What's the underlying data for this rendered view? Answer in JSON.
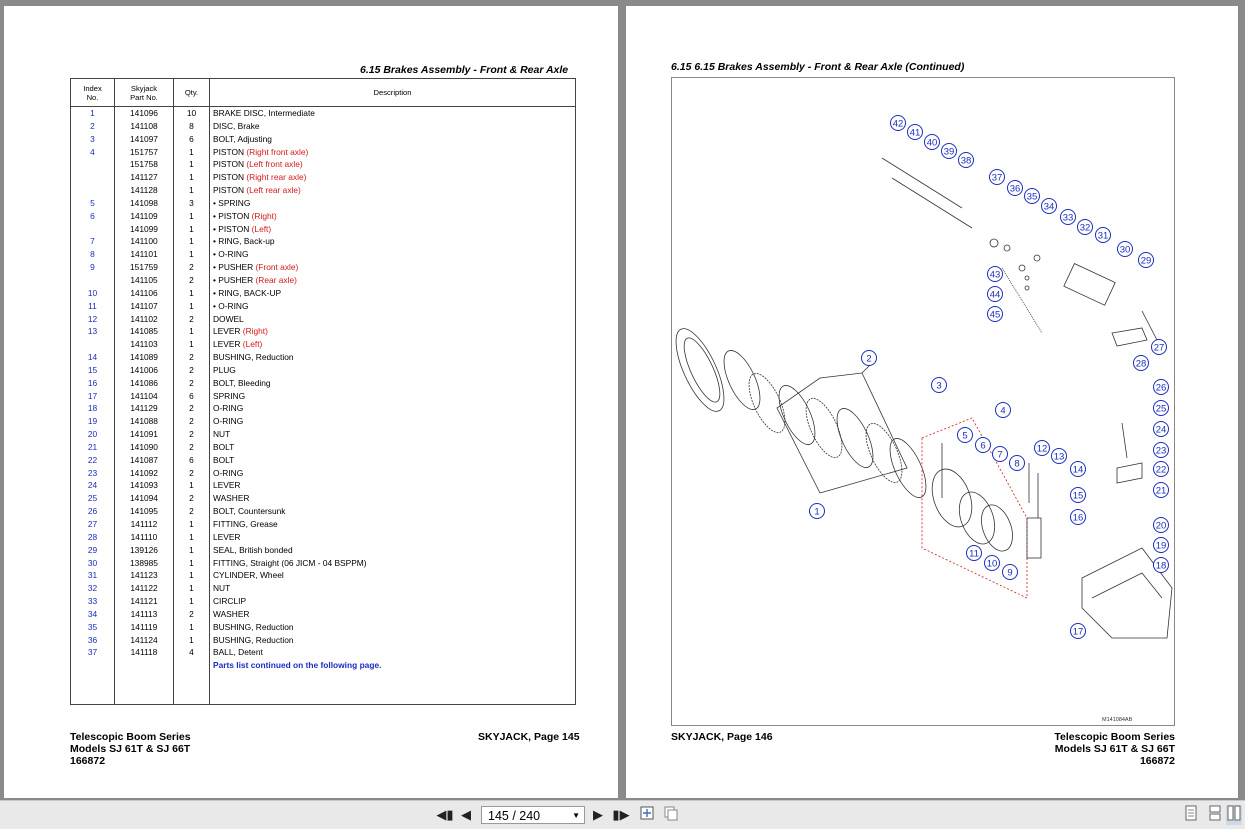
{
  "left_page": {
    "section_title": "6.15  Brakes Assembly - Front & Rear Axle",
    "columns": [
      "Index\nNo.",
      "Skyjack\nPart No.",
      "Qty.",
      "Description"
    ],
    "rows": [
      {
        "idx": "1",
        "part": "141096",
        "qty": "10",
        "desc": "BRAKE DISC, Intermediate",
        "note": ""
      },
      {
        "idx": "2",
        "part": "141108",
        "qty": "8",
        "desc": "DISC, Brake",
        "note": ""
      },
      {
        "idx": "3",
        "part": "141097",
        "qty": "6",
        "desc": "BOLT, Adjusting",
        "note": ""
      },
      {
        "idx": "4",
        "part": "151757",
        "qty": "1",
        "desc": "PISTON",
        "note": "(Right front axle)"
      },
      {
        "idx": "",
        "part": "151758",
        "qty": "1",
        "desc": "PISTON",
        "note": "(Left front axle)"
      },
      {
        "idx": "",
        "part": "141127",
        "qty": "1",
        "desc": "PISTON",
        "note": "(Right rear axle)"
      },
      {
        "idx": "",
        "part": "141128",
        "qty": "1",
        "desc": "PISTON",
        "note": "(Left rear axle)"
      },
      {
        "idx": "5",
        "part": "141098",
        "qty": "3",
        "desc": "•  SPRING",
        "note": ""
      },
      {
        "idx": "6",
        "part": "141109",
        "qty": "1",
        "desc": "•  PISTON",
        "note": "(Right)"
      },
      {
        "idx": "",
        "part": "141099",
        "qty": "1",
        "desc": "•  PISTON",
        "note": "(Left)"
      },
      {
        "idx": "7",
        "part": "141100",
        "qty": "1",
        "desc": "•  RING, Back-up",
        "note": ""
      },
      {
        "idx": "8",
        "part": "141101",
        "qty": "1",
        "desc": "•  O-RING",
        "note": ""
      },
      {
        "idx": "9",
        "part": "151759",
        "qty": "2",
        "desc": "•  PUSHER",
        "note": "(Front axle)"
      },
      {
        "idx": "",
        "part": "141105",
        "qty": "2",
        "desc": "•  PUSHER",
        "note": "(Rear axle)"
      },
      {
        "idx": "10",
        "part": "141106",
        "qty": "1",
        "desc": "•  RING, BACK-UP",
        "note": ""
      },
      {
        "idx": "11",
        "part": "141107",
        "qty": "1",
        "desc": "•  O-RING",
        "note": ""
      },
      {
        "idx": "12",
        "part": "141102",
        "qty": "2",
        "desc": "DOWEL",
        "note": ""
      },
      {
        "idx": "13",
        "part": "141085",
        "qty": "1",
        "desc": "LEVER",
        "note": "(Right)"
      },
      {
        "idx": "",
        "part": "141103",
        "qty": "1",
        "desc": "LEVER",
        "note": "(Left)"
      },
      {
        "idx": "14",
        "part": "141089",
        "qty": "2",
        "desc": "BUSHING, Reduction",
        "note": ""
      },
      {
        "idx": "15",
        "part": "141006",
        "qty": "2",
        "desc": "PLUG",
        "note": ""
      },
      {
        "idx": "16",
        "part": "141086",
        "qty": "2",
        "desc": "BOLT, Bleeding",
        "note": ""
      },
      {
        "idx": "17",
        "part": "141104",
        "qty": "6",
        "desc": "SPRING",
        "note": ""
      },
      {
        "idx": "18",
        "part": "141129",
        "qty": "2",
        "desc": "O-RING",
        "note": ""
      },
      {
        "idx": "19",
        "part": "141088",
        "qty": "2",
        "desc": "O-RING",
        "note": ""
      },
      {
        "idx": "20",
        "part": "141091",
        "qty": "2",
        "desc": "NUT",
        "note": ""
      },
      {
        "idx": "21",
        "part": "141090",
        "qty": "2",
        "desc": "BOLT",
        "note": ""
      },
      {
        "idx": "22",
        "part": "141087",
        "qty": "6",
        "desc": "BOLT",
        "note": ""
      },
      {
        "idx": "23",
        "part": "141092",
        "qty": "2",
        "desc": "O-RING",
        "note": ""
      },
      {
        "idx": "24",
        "part": "141093",
        "qty": "1",
        "desc": "LEVER",
        "note": ""
      },
      {
        "idx": "25",
        "part": "141094",
        "qty": "2",
        "desc": "WASHER",
        "note": ""
      },
      {
        "idx": "26",
        "part": "141095",
        "qty": "2",
        "desc": "BOLT, Countersunk",
        "note": ""
      },
      {
        "idx": "27",
        "part": "141112",
        "qty": "1",
        "desc": "FITTING, Grease",
        "note": ""
      },
      {
        "idx": "28",
        "part": "141110",
        "qty": "1",
        "desc": "LEVER",
        "note": ""
      },
      {
        "idx": "29",
        "part": "139126",
        "qty": "1",
        "desc": "SEAL, British bonded",
        "note": ""
      },
      {
        "idx": "30",
        "part": "138985",
        "qty": "1",
        "desc": "FITTING, Straight (06 JICM - 04 BSPPM)",
        "note": ""
      },
      {
        "idx": "31",
        "part": "141123",
        "qty": "1",
        "desc": "CYLINDER, Wheel",
        "note": ""
      },
      {
        "idx": "32",
        "part": "141122",
        "qty": "1",
        "desc": "NUT",
        "note": ""
      },
      {
        "idx": "33",
        "part": "141121",
        "qty": "1",
        "desc": "CIRCLIP",
        "note": ""
      },
      {
        "idx": "34",
        "part": "141113",
        "qty": "2",
        "desc": "WASHER",
        "note": ""
      },
      {
        "idx": "35",
        "part": "141119",
        "qty": "1",
        "desc": "BUSHING, Reduction",
        "note": ""
      },
      {
        "idx": "36",
        "part": "141124",
        "qty": "1",
        "desc": "BUSHING, Reduction",
        "note": ""
      },
      {
        "idx": "37",
        "part": "141118",
        "qty": "4",
        "desc": "BALL, Detent",
        "note": ""
      }
    ],
    "continued_note": "Parts list continued on the following page.",
    "footer_title_1": "Telescopic Boom Series",
    "footer_title_2": "Models SJ 61T & SJ 66T",
    "footer_doc": "166872",
    "footer_page": "SKYJACK, Page 145"
  },
  "right_page": {
    "section_title": "6.15  6.15  Brakes Assembly - Front & Rear Axle (Continued)",
    "figure_id": "M141084AB",
    "callouts": [
      "1",
      "2",
      "3",
      "4",
      "5",
      "6",
      "7",
      "8",
      "9",
      "10",
      "11",
      "12",
      "13",
      "14",
      "15",
      "16",
      "17",
      "18",
      "19",
      "20",
      "21",
      "22",
      "23",
      "24",
      "25",
      "26",
      "27",
      "28",
      "29",
      "30",
      "31",
      "32",
      "33",
      "34",
      "35",
      "36",
      "37",
      "38",
      "39",
      "40",
      "41",
      "42",
      "43",
      "44",
      "45"
    ],
    "footer_page": "SKYJACK, Page 146",
    "footer_title_1": "Telescopic Boom Series",
    "footer_title_2": "Models SJ 61T & SJ 66T",
    "footer_doc": "166872"
  },
  "toolbar": {
    "first_icon": "first-page-icon",
    "prev_icon": "previous-page-icon",
    "page_value": "145 / 240",
    "next_icon": "next-page-icon",
    "last_icon": "last-page-icon",
    "fit_page_icon": "fit-page-icon",
    "fit_width_icon": "fit-width-icon",
    "view_icons": [
      "single-page-view-icon",
      "continuous-view-icon",
      "two-page-view-icon"
    ]
  }
}
